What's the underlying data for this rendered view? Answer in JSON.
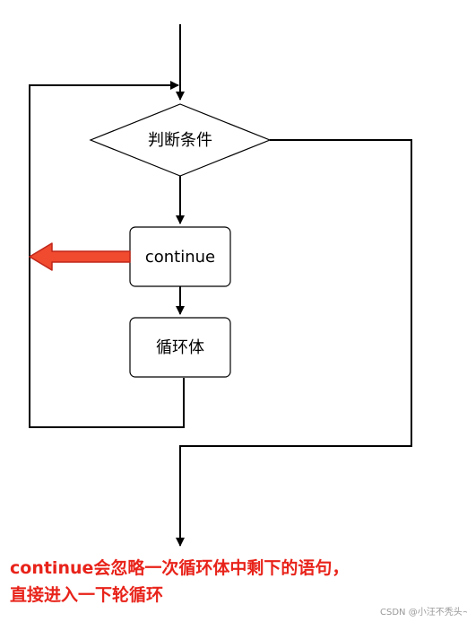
{
  "diagram": {
    "nodes": {
      "condition": "判断条件",
      "continue_box": "continue",
      "loop_body": "循环体"
    },
    "colors": {
      "line": "#000000",
      "highlight_arrow": "#f04a2f",
      "caption": "#e8231a"
    }
  },
  "caption": {
    "line1": "continue会忽略一次循环体中剩下的语句，",
    "line2": "直接进入一下轮循环"
  },
  "watermark": "CSDN @小汪不秃头~"
}
